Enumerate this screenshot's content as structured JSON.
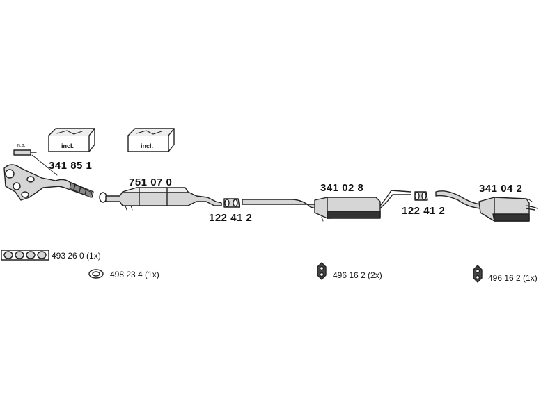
{
  "parts": {
    "p341851": "341 85 1",
    "p751070": "751 07 0",
    "p122412a": "122 41 2",
    "p341028": "341 02 8",
    "p122412b": "122 41 2",
    "p341042": "341 04 2"
  },
  "na_label": "n.a.",
  "incl_label": "incl.",
  "accessories": {
    "gasket_manifold": "493 26 0 (1x)",
    "gasket_ring": "498 23 4 (1x)",
    "hanger_mid": "496 16 2 (2x)",
    "hanger_rear": "496 16 2 (1x)"
  },
  "colors": {
    "line": "#222222",
    "fill": "#d6d6d6",
    "dark": "#444444"
  }
}
